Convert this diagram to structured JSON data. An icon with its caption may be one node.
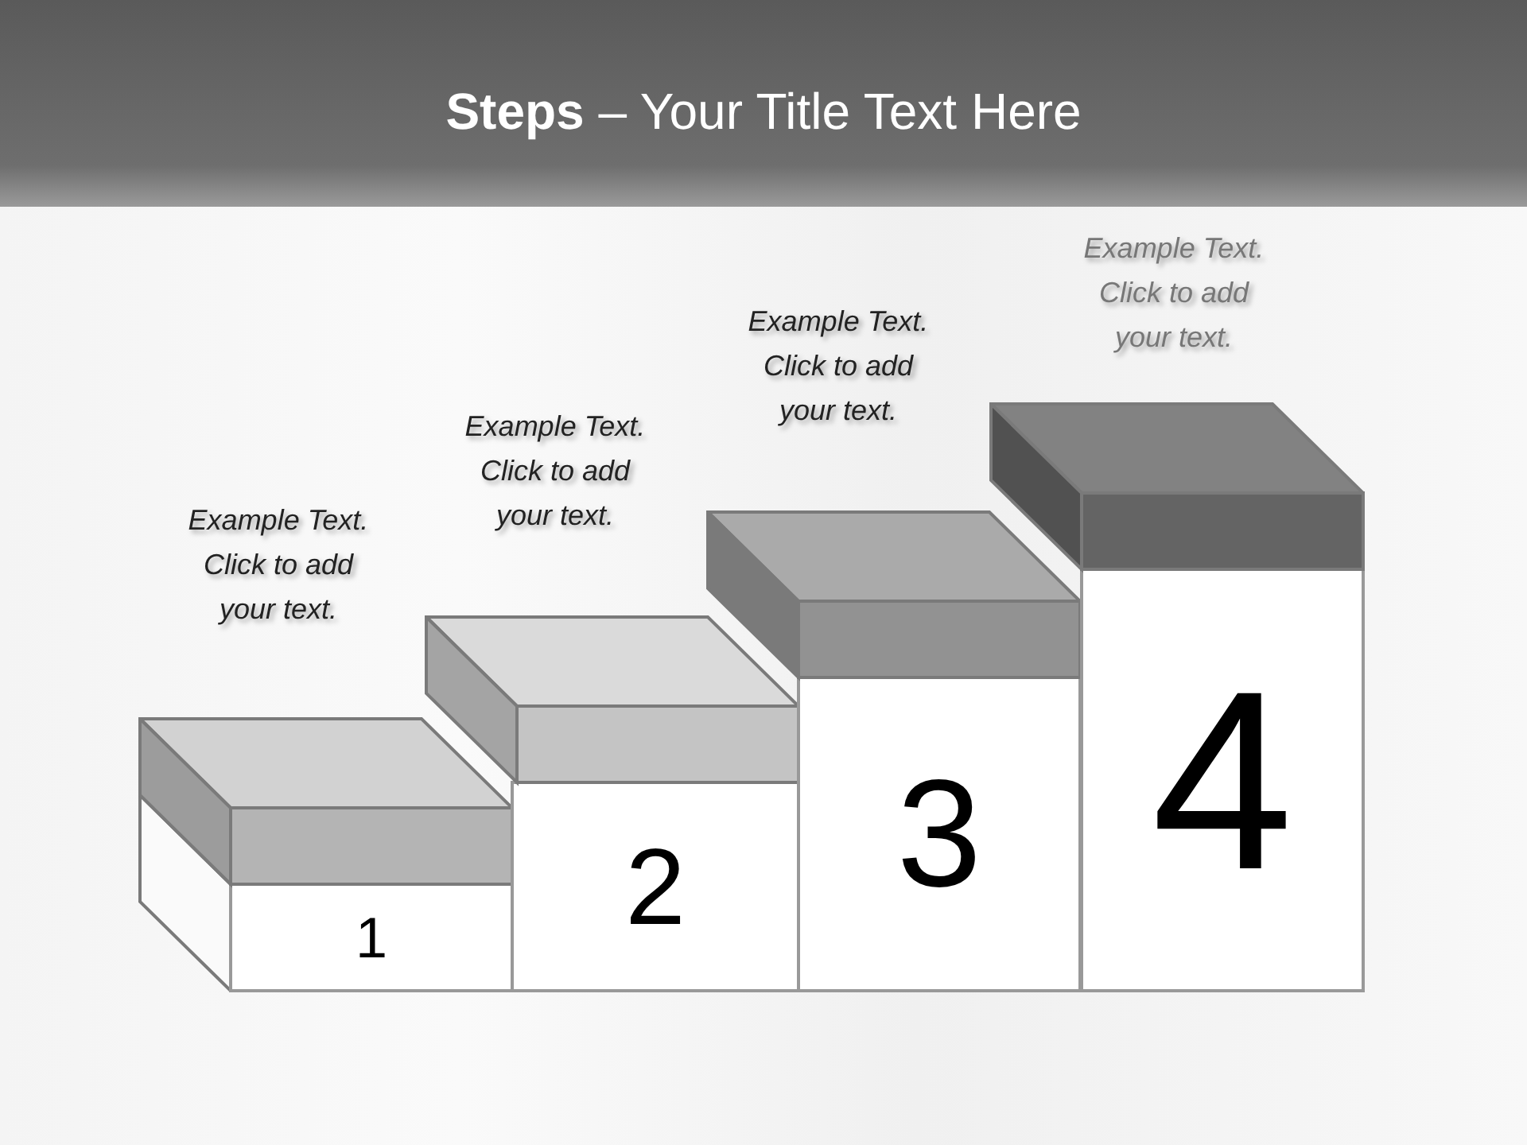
{
  "diagram": {
    "title": "**Steps** – Your Title Text Here",
    "nodes": [
      {
        "text": [
          "1"
        ],
        "beside": [
          "Example Text. Click to add your text."
        ]
      },
      {
        "text": [
          "2"
        ],
        "beside": [
          "Example Text. Click to add your text."
        ]
      },
      {
        "text": [
          "3"
        ],
        "beside": [
          "Example Text. Click to add your text."
        ]
      },
      {
        "text": [
          "4"
        ],
        "beside": [
          "Example Text. Click to add your text."
        ]
      }
    ]
  }
}
